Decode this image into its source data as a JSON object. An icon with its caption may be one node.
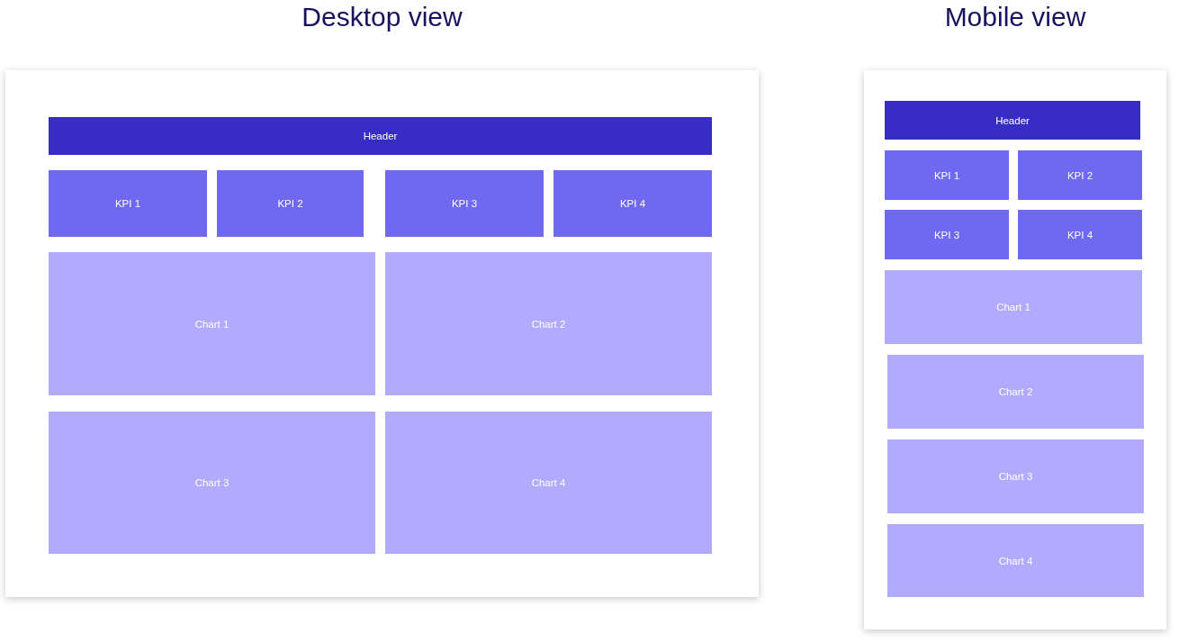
{
  "diagram": {
    "nodes": [
      {
        "text": [
          "Desktop view"
        ]
      },
      {
        "text": [
          "Header"
        ],
        "in": 0
      },
      {
        "text": [
          "KPI 1"
        ],
        "in": 0
      },
      {
        "text": [
          "KPI 2"
        ],
        "in": 0
      },
      {
        "text": [
          "KPI 3"
        ],
        "in": 0
      },
      {
        "text": [
          "KPI 4"
        ],
        "in": 0
      },
      {
        "text": [
          "Chart 1"
        ],
        "in": 0
      },
      {
        "text": [
          "Chart 2"
        ],
        "in": 0
      },
      {
        "text": [
          "Chart 3"
        ],
        "in": 0
      },
      {
        "text": [
          "Chart 4"
        ],
        "in": 0
      },
      {
        "text": [
          "Mobile view"
        ]
      },
      {
        "text": [
          "Header"
        ],
        "in": 10
      },
      {
        "text": [
          "KPI 1"
        ],
        "in": 10
      },
      {
        "text": [
          "KPI 2"
        ],
        "in": 10
      },
      {
        "text": [
          "KPI 3"
        ],
        "in": 10
      },
      {
        "text": [
          "KPI 4"
        ],
        "in": 10
      },
      {
        "text": [
          "Chart 1"
        ],
        "in": 10
      },
      {
        "text": [
          "Chart 2"
        ],
        "in": 10
      },
      {
        "text": [
          "Chart 3"
        ],
        "in": 10
      },
      {
        "text": [
          "Chart 4"
        ],
        "in": 10
      }
    ]
  }
}
